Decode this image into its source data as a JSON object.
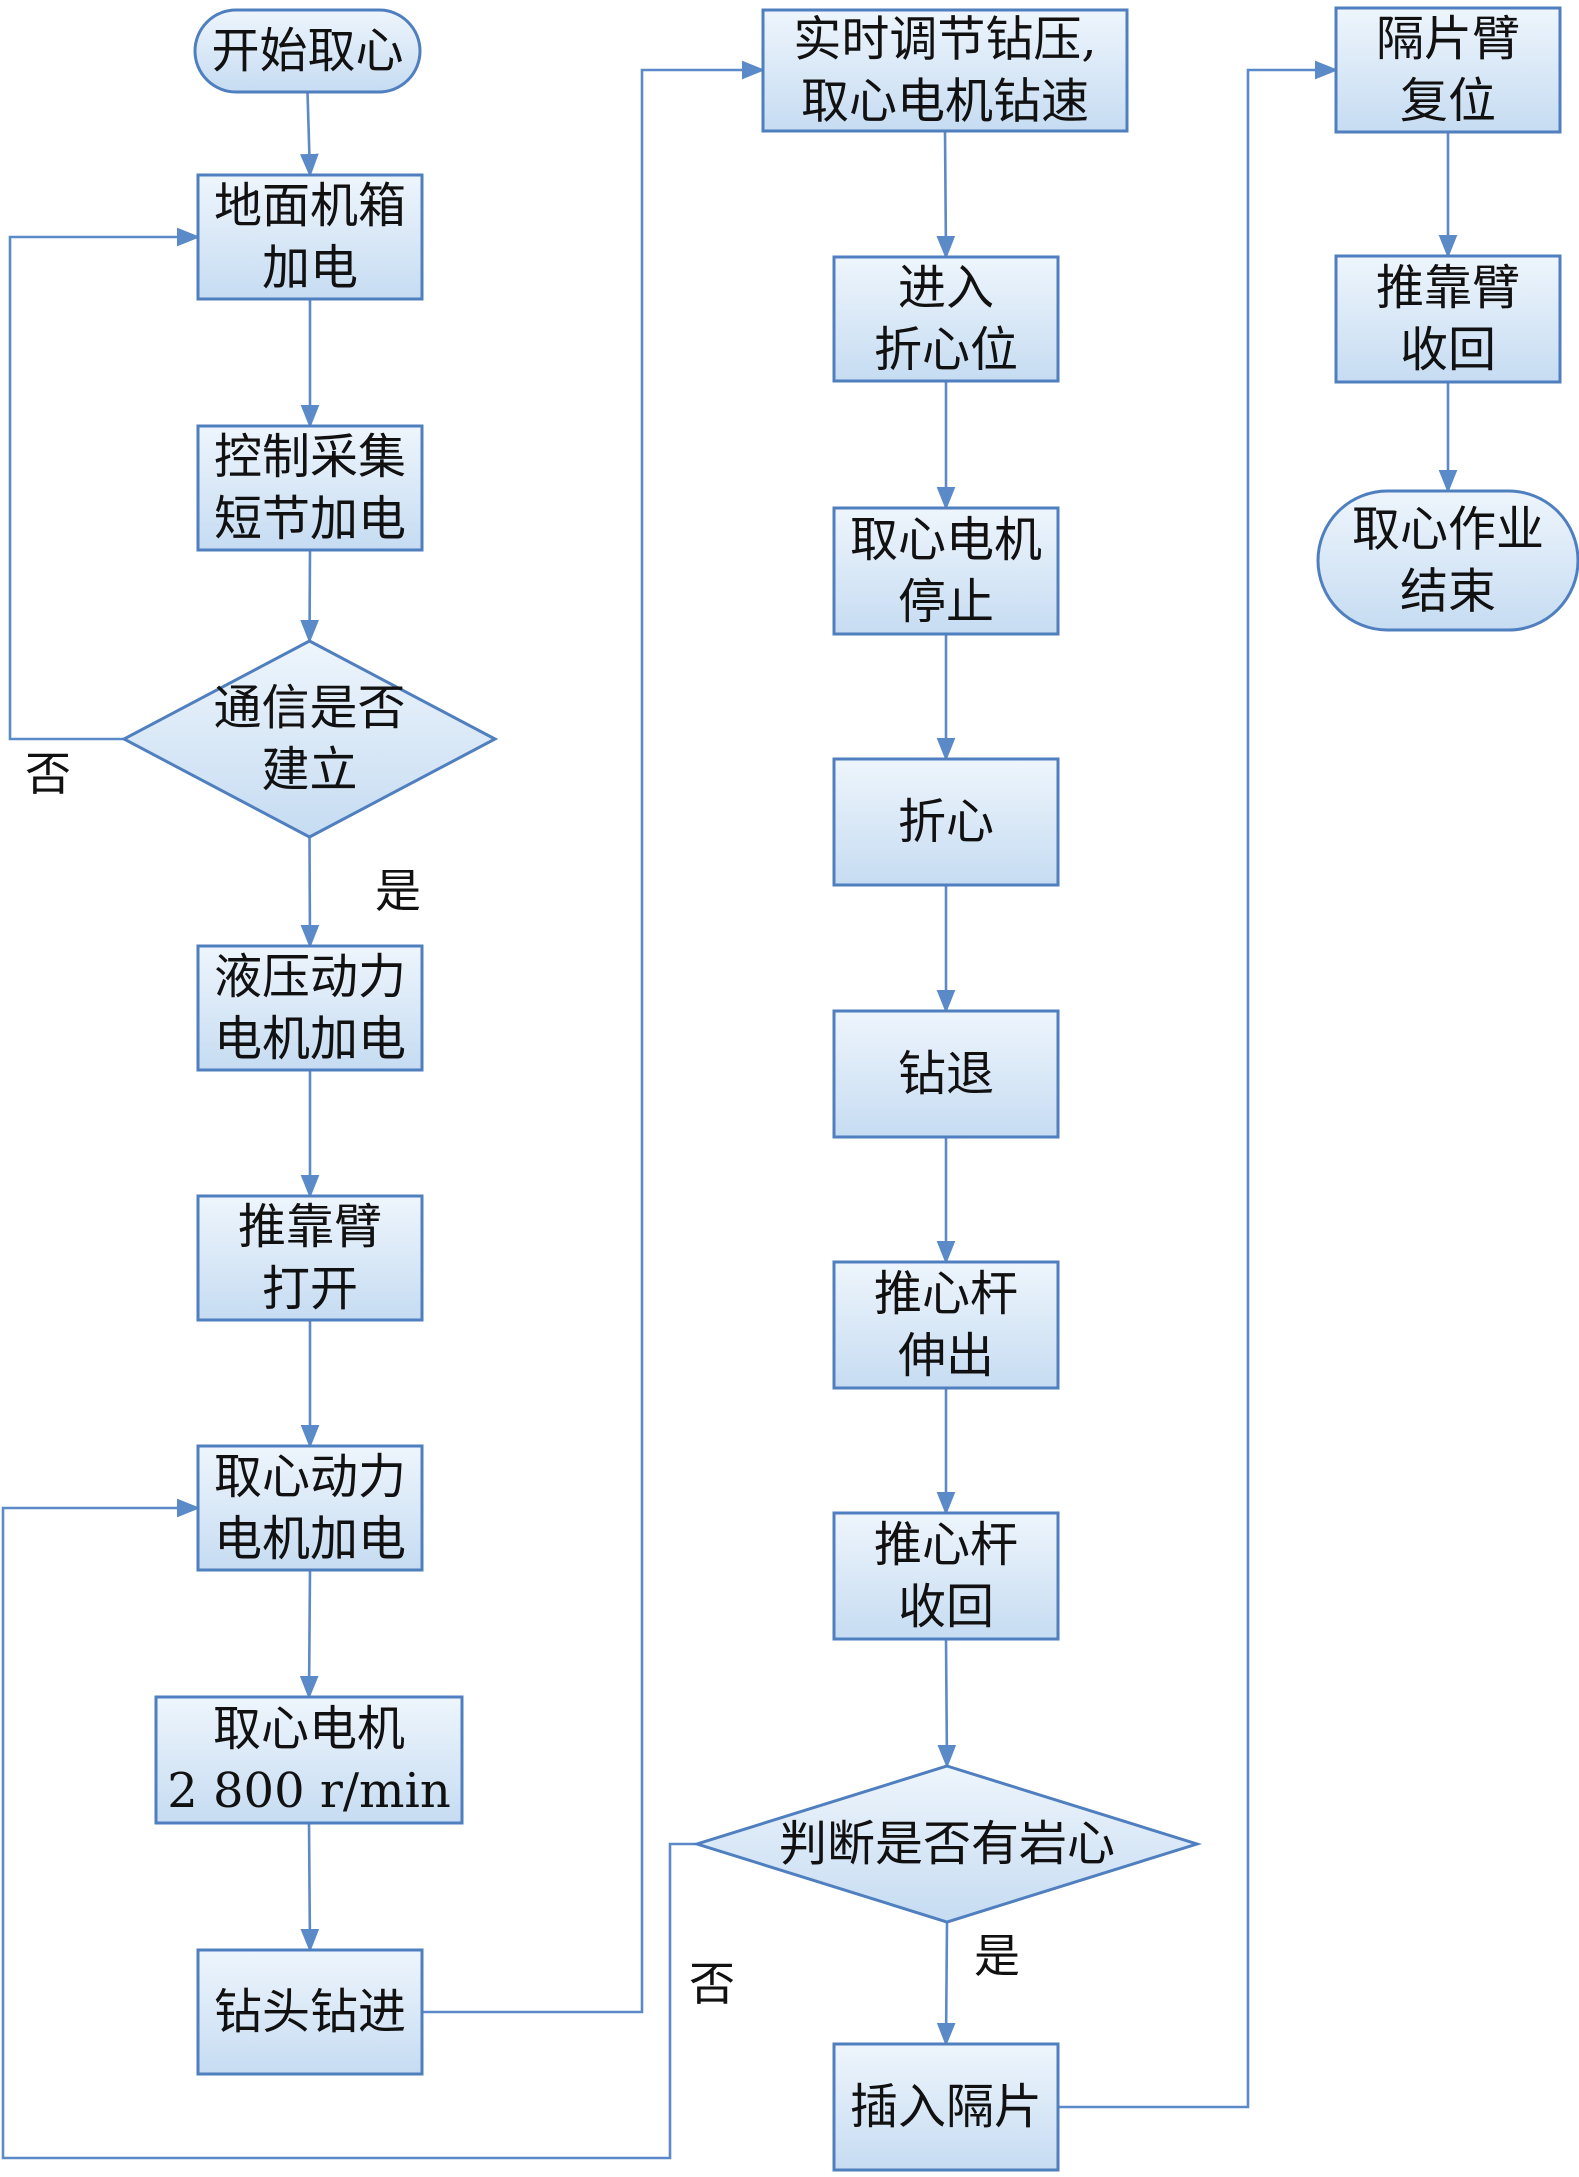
{
  "diagram": {
    "colors": {
      "fill_top": "#eef5fc",
      "fill_bottom": "#c6dcf2",
      "stroke": "#4f7fbf",
      "edge": "#5b8ac8"
    },
    "nodes": [
      {
        "id": "start",
        "shape": "terminal",
        "lines": [
          "开始取心"
        ]
      },
      {
        "id": "n1",
        "shape": "process",
        "lines": [
          "地面机箱",
          "加电"
        ]
      },
      {
        "id": "n2",
        "shape": "process",
        "lines": [
          "控制采集",
          "短节加电"
        ]
      },
      {
        "id": "d1",
        "shape": "decision",
        "lines": [
          "通信是否",
          "建立"
        ]
      },
      {
        "id": "n3",
        "shape": "process",
        "lines": [
          "液压动力",
          "电机加电"
        ]
      },
      {
        "id": "n4",
        "shape": "process",
        "lines": [
          "推靠臂",
          "打开"
        ]
      },
      {
        "id": "n5",
        "shape": "process",
        "lines": [
          "取心动力",
          "电机加电"
        ]
      },
      {
        "id": "n6",
        "shape": "process",
        "lines": [
          "取心电机",
          "2 800 r/min"
        ]
      },
      {
        "id": "n7",
        "shape": "process",
        "lines": [
          "钻头钻进"
        ]
      },
      {
        "id": "m1",
        "shape": "process",
        "lines": [
          "实时调节钻压,",
          "取心电机钻速"
        ]
      },
      {
        "id": "m2",
        "shape": "process",
        "lines": [
          "进入",
          "折心位"
        ]
      },
      {
        "id": "m3",
        "shape": "process",
        "lines": [
          "取心电机",
          "停止"
        ]
      },
      {
        "id": "m4",
        "shape": "process",
        "lines": [
          "折心"
        ]
      },
      {
        "id": "m5",
        "shape": "process",
        "lines": [
          "钻退"
        ]
      },
      {
        "id": "m6",
        "shape": "process",
        "lines": [
          "推心杆",
          "伸出"
        ]
      },
      {
        "id": "m7",
        "shape": "process",
        "lines": [
          "推心杆",
          "收回"
        ]
      },
      {
        "id": "d2",
        "shape": "decision",
        "lines": [
          "判断是否有岩心"
        ]
      },
      {
        "id": "m8",
        "shape": "process",
        "lines": [
          "插入隔片"
        ]
      },
      {
        "id": "r1",
        "shape": "process",
        "lines": [
          "隔片臂",
          "复位"
        ]
      },
      {
        "id": "r2",
        "shape": "process",
        "lines": [
          "推靠臂",
          "收回"
        ]
      },
      {
        "id": "end",
        "shape": "terminal",
        "lines": [
          "取心作业",
          "结束"
        ]
      }
    ],
    "edges": [
      {
        "from": "start",
        "to": "n1",
        "label": ""
      },
      {
        "from": "n1",
        "to": "n2",
        "label": ""
      },
      {
        "from": "n2",
        "to": "d1",
        "label": ""
      },
      {
        "from": "d1",
        "to": "n3",
        "label": "是"
      },
      {
        "from": "d1",
        "to": "n1",
        "label": "否"
      },
      {
        "from": "n3",
        "to": "n4",
        "label": ""
      },
      {
        "from": "n4",
        "to": "n5",
        "label": ""
      },
      {
        "from": "n5",
        "to": "n6",
        "label": ""
      },
      {
        "from": "n6",
        "to": "n7",
        "label": ""
      },
      {
        "from": "n7",
        "to": "m1",
        "label": ""
      },
      {
        "from": "m1",
        "to": "m2",
        "label": ""
      },
      {
        "from": "m2",
        "to": "m3",
        "label": ""
      },
      {
        "from": "m3",
        "to": "m4",
        "label": ""
      },
      {
        "from": "m4",
        "to": "m5",
        "label": ""
      },
      {
        "from": "m5",
        "to": "m6",
        "label": ""
      },
      {
        "from": "m6",
        "to": "m7",
        "label": ""
      },
      {
        "from": "m7",
        "to": "d2",
        "label": ""
      },
      {
        "from": "d2",
        "to": "m8",
        "label": "是"
      },
      {
        "from": "d2",
        "to": "n5",
        "label": "否"
      },
      {
        "from": "m8",
        "to": "r1",
        "label": ""
      },
      {
        "from": "r1",
        "to": "r2",
        "label": ""
      },
      {
        "from": "r2",
        "to": "end",
        "label": ""
      }
    ]
  }
}
